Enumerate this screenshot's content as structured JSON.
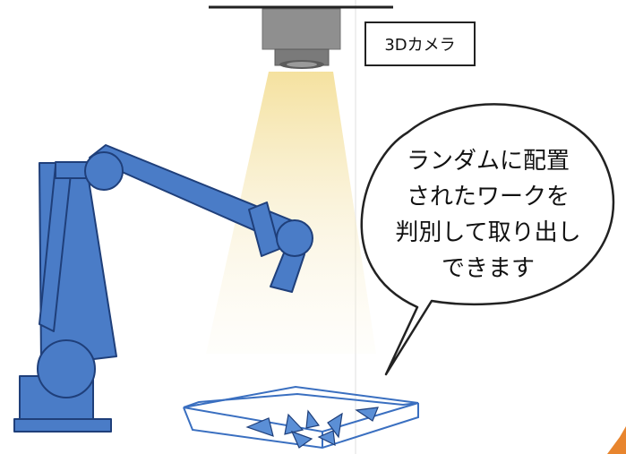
{
  "camera": {
    "label": "3Dカメラ"
  },
  "speech_bubble": {
    "lines": [
      "ランダムに配置",
      "されたワークを",
      "判別して取り出し",
      "できます"
    ]
  },
  "colors": {
    "robot_fill": "#4a7cc7",
    "robot_stroke": "#1f3f7a",
    "camera_body": "#8c8c8c",
    "light_cone": "#f6e7b0",
    "tray_stroke": "#3a6fc0",
    "workpiece_fill": "#5b8fd6"
  }
}
